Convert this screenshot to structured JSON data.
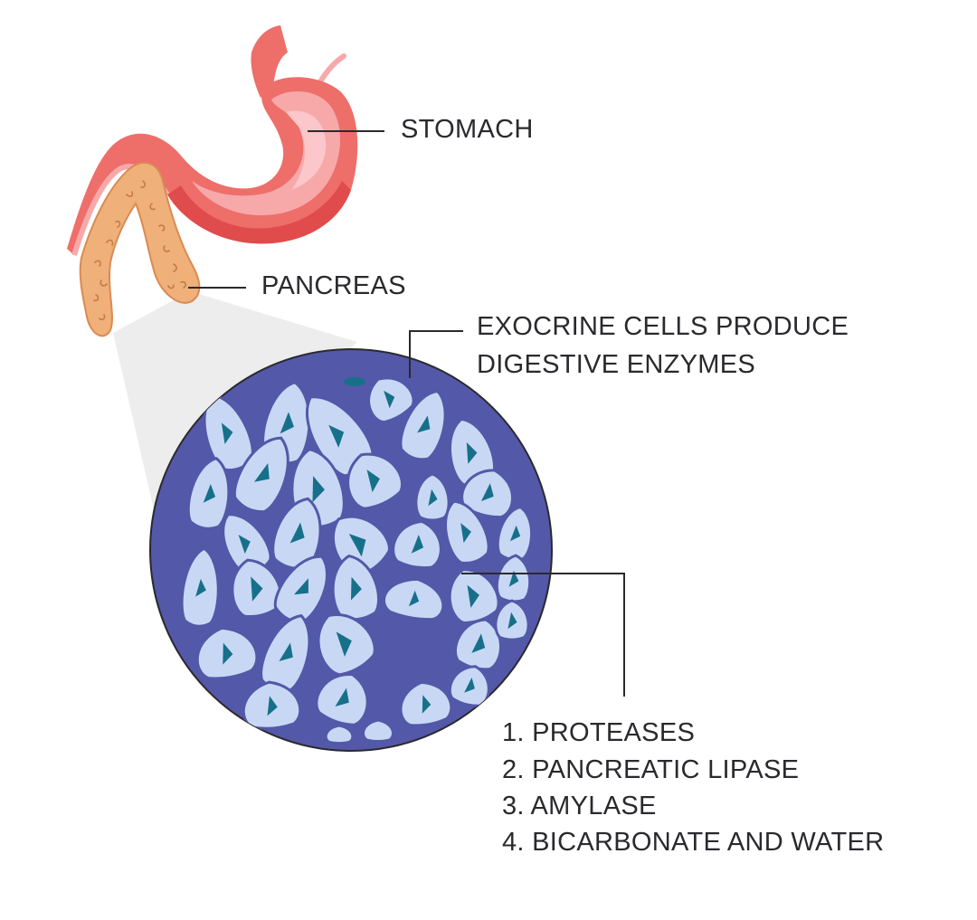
{
  "labels": {
    "stomach": "STOMACH",
    "pancreas": "PANCREAS",
    "exocrine_line1": "EXOCRINE CELLS PRODUCE",
    "exocrine_line2": "DIGESTIVE ENZYMES"
  },
  "enzymes": [
    "1. PROTEASES",
    "2. PANCREATIC LIPASE",
    "3. AMYLASE",
    "4. BICARBONATE AND WATER"
  ],
  "colors": {
    "stomach_outer": "#EE6E6A",
    "stomach_dark": "#E04B4B",
    "stomach_inner": "#F7A9AA",
    "stomach_highlight": "#FBC7CB",
    "pancreas": "#EFB07A",
    "pancreas_stroke": "#D98B52",
    "tissue_bg": "#5458A8",
    "cell_fill": "#C8D8F4",
    "nucleus": "#17708A",
    "zoom_cone": "#EDEDED",
    "leader_line": "#2a2a2e"
  }
}
